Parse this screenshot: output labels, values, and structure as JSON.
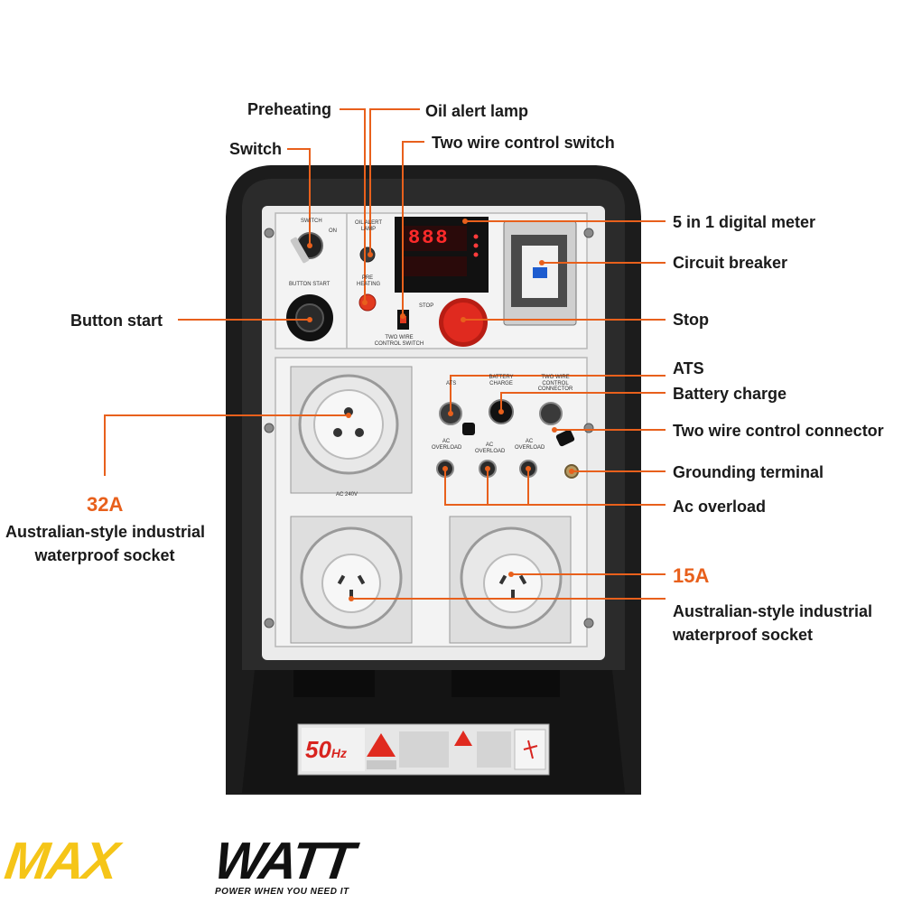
{
  "labels": {
    "preheating": "Preheating",
    "oil_alert_lamp": "Oil alert lamp",
    "switch": "Switch",
    "two_wire_control_switch": "Two wire control switch",
    "digital_meter": "5 in 1 digital meter",
    "circuit_breaker": "Circuit breaker",
    "button_start": "Button start",
    "stop": "Stop",
    "ats": "ATS",
    "battery_charge": "Battery charge",
    "two_wire_control_connector": "Two wire control connector",
    "grounding_terminal": "Grounding terminal",
    "ac_overload": "Ac overload",
    "left_socket_rating": "32A",
    "left_socket_line1": "Australian-style industrial",
    "left_socket_line2": "waterproof socket",
    "right_socket_rating": "15A",
    "right_socket_line1": "Australian-style industrial",
    "right_socket_line2": "waterproof socket"
  },
  "panel_text": {
    "switch": "SWITCH",
    "on": "ON",
    "button_start": "BUTTON START",
    "oil_alert_lamp": "OIL ALERT LAMP",
    "pre_heating": "PRE HEATING",
    "two_wire_control_switch": "TWO WIRE CONTROL SWITCH",
    "stop": "STOP",
    "ats": "ATS",
    "battery_charge": "BATTERY CHARGE",
    "two_wire_control_connector": "TWO WIRE CONTROL CONNECTOR",
    "ac_overload_1": "AC OVERLOAD",
    "ac_overload_2": "AC OVERLOAD",
    "ac_overload_3": "AC OVERLOAD",
    "ac_240v": "AC 240V",
    "meter_top": "888",
    "frequency": "50",
    "frequency_unit": "Hz"
  },
  "logo": {
    "brand_left": "MAX",
    "brand_right": "WATT",
    "tagline": "POWER WHEN YOU NEED IT"
  },
  "colors": {
    "callout": "#e8601c",
    "housing": "#1c1c1c",
    "panel": "#e9e9e9",
    "brand_yellow": "#f5c518",
    "stop_red": "#e02a1f"
  }
}
